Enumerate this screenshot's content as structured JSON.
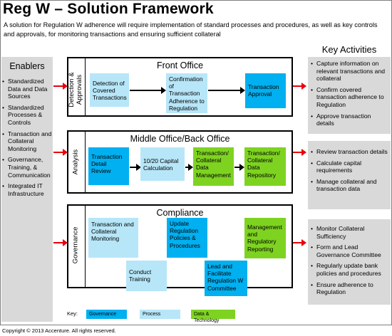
{
  "title": "Reg W – Solution Framework",
  "subtitle": "A solution for Regulation W adherence will require implementation of standard processes and procedures, as well as key controls and approvals,  for monitoring transactions and ensuring sufficient collateral",
  "enablers": {
    "heading": "Enablers",
    "items": [
      "Standardized Data and Data Sources",
      "Standardized Processes & Controls",
      "Transaction and Collateral Monitoring",
      "Governance, Training, & Communication",
      "Integrated IT Infrastructure"
    ]
  },
  "key_activities": {
    "heading": "Key Activities",
    "groups": [
      [
        "Capture information on relevant transactions and collateral",
        "Confirm covered transaction adherence to Regulation",
        "Approve transaction details"
      ],
      [
        "Review transaction details",
        "Calculate capital requirements",
        "Manage collateral and transaction data"
      ],
      [
        "Monitor Collateral Sufficiency",
        "Form and Lead Governance Committee",
        "Regularly update bank policies and procedures",
        "Ensure adherence to Regulation"
      ]
    ]
  },
  "sections": {
    "front_office": {
      "title": "Front Office",
      "side_label": "Detection & Approvals",
      "boxes": [
        "Detection of Covered Transactions",
        "Confirmation of Transaction Adherence to Regulation",
        "Transaction Approval"
      ]
    },
    "middle_office": {
      "title": "Middle Office/Back Office",
      "side_label": "Analysis",
      "boxes": [
        "Transaction Detail Review",
        "10/20 Capital Calculation",
        "Transaction/ Collateral Data Management",
        "Transaction/ Collateral Data Repository"
      ]
    },
    "compliance": {
      "title": "Compliance",
      "side_label": "Governance",
      "boxes": [
        "Transaction and Collateral Monitoring",
        "Update Regulation Policies & Procedures",
        "Management and Regulatory Reporting",
        "Conduct Training",
        "Lead and Facilitate Regulation W Committee"
      ]
    }
  },
  "key": {
    "label": "Key:",
    "items": [
      "Governance",
      "Process",
      "Data & Technology"
    ]
  },
  "colors": {
    "governance": "#00b0f0",
    "process": "#b7e6f8",
    "data_technology": "#7ed321",
    "arrow": "#e8000b",
    "panel": "#d9d9d9"
  },
  "copyright": "Copyright © 2013 Accenture. All rights reserved."
}
